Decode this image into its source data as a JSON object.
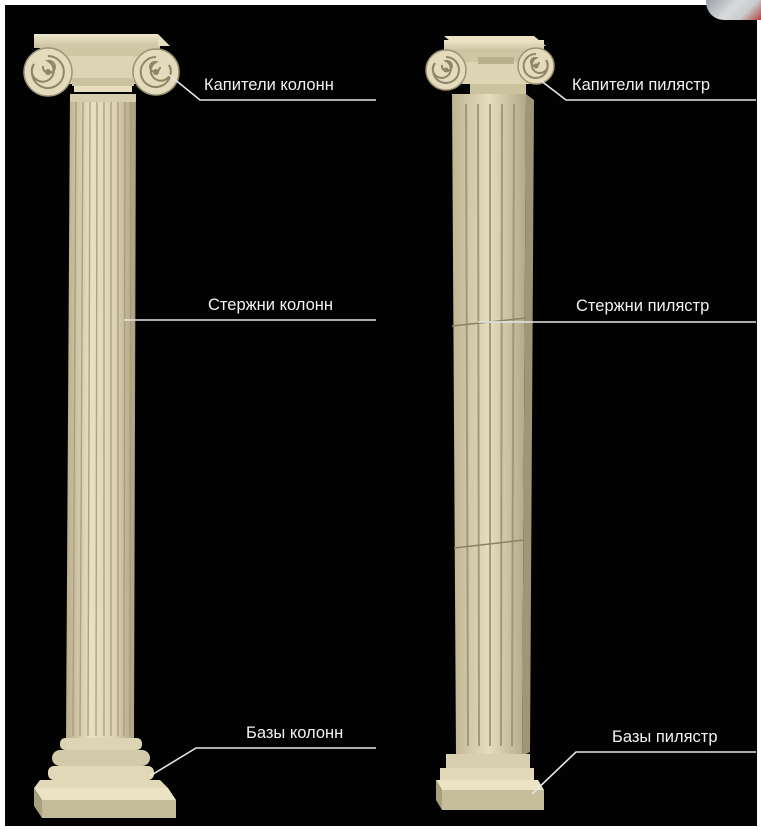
{
  "colors": {
    "background": "#020202",
    "stone": "#d9cfad",
    "stone_shadow": "#a89f80",
    "stone_highlight": "#efe7cb",
    "label_text": "#f2f2f2",
    "leader_line": "#e6e6e6"
  },
  "columns": {
    "capital_label": "Капители колонн",
    "shaft_label": "Стержни колонн",
    "base_label": "Базы колонн"
  },
  "pilasters": {
    "capital_label": "Капители пилястр",
    "shaft_label": "Стержни пилястр",
    "base_label": "Базы пилястр"
  }
}
